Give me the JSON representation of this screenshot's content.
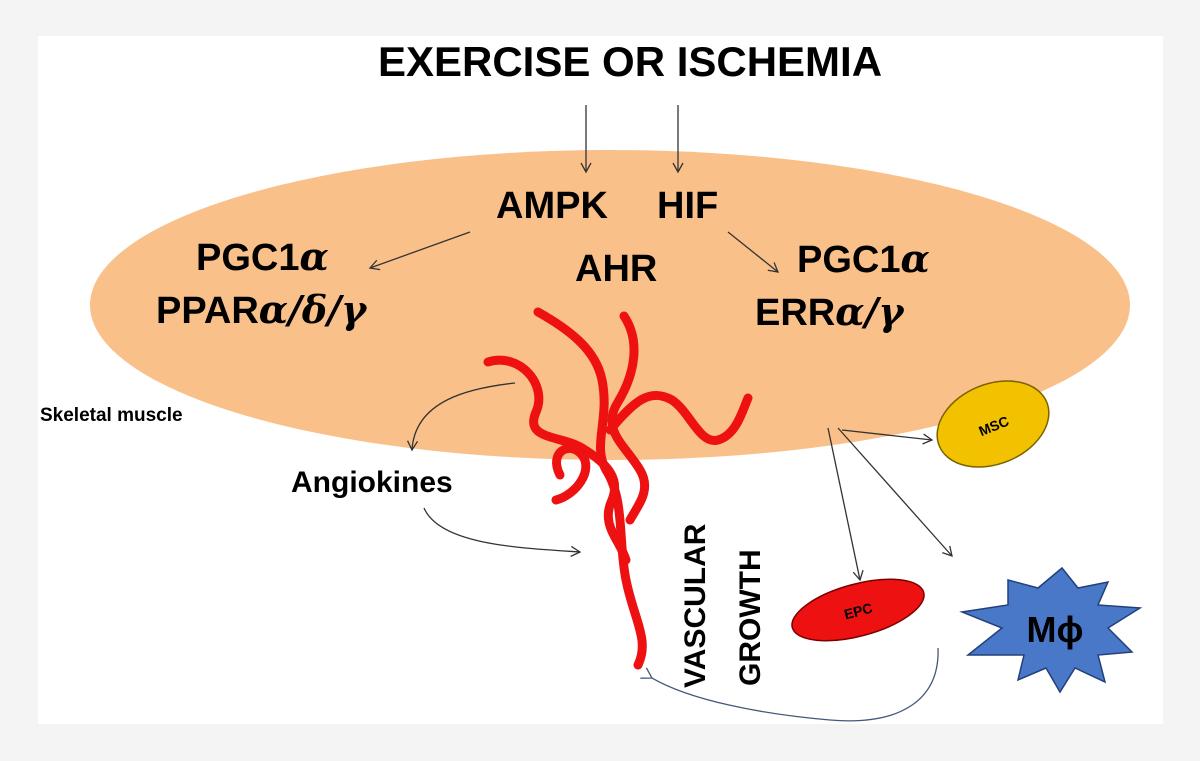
{
  "title": "EXERCISE OR ISCHEMIA",
  "nodes": {
    "ampk": "AMPK",
    "hif": "HIF",
    "ahr": "AHR",
    "left_pgc_prefix": "PGC1",
    "left_pgc_greek": "α",
    "left_ppar_prefix": "PPAR",
    "left_ppar_greek": "α/δ/γ",
    "right_pgc_prefix": "PGC1",
    "right_pgc_greek": "α",
    "right_err_prefix": "ERR",
    "right_err_greek": "α/γ",
    "skeletal_muscle": "Skeletal muscle",
    "angiokines": "Angiokines",
    "vascular": "VASCULAR",
    "growth": "GROWTH",
    "msc": "MSC",
    "epc": "EPC",
    "macrophage": "Mϕ"
  },
  "colors": {
    "muscle_fill": "#f9c08a",
    "vessel": "#ee1111",
    "msc_fill": "#f2c200",
    "epc_fill": "#ee1111",
    "macrophage_fill": "#4a78c8",
    "arrow": "#333333",
    "return_arrow": "#44587a"
  }
}
